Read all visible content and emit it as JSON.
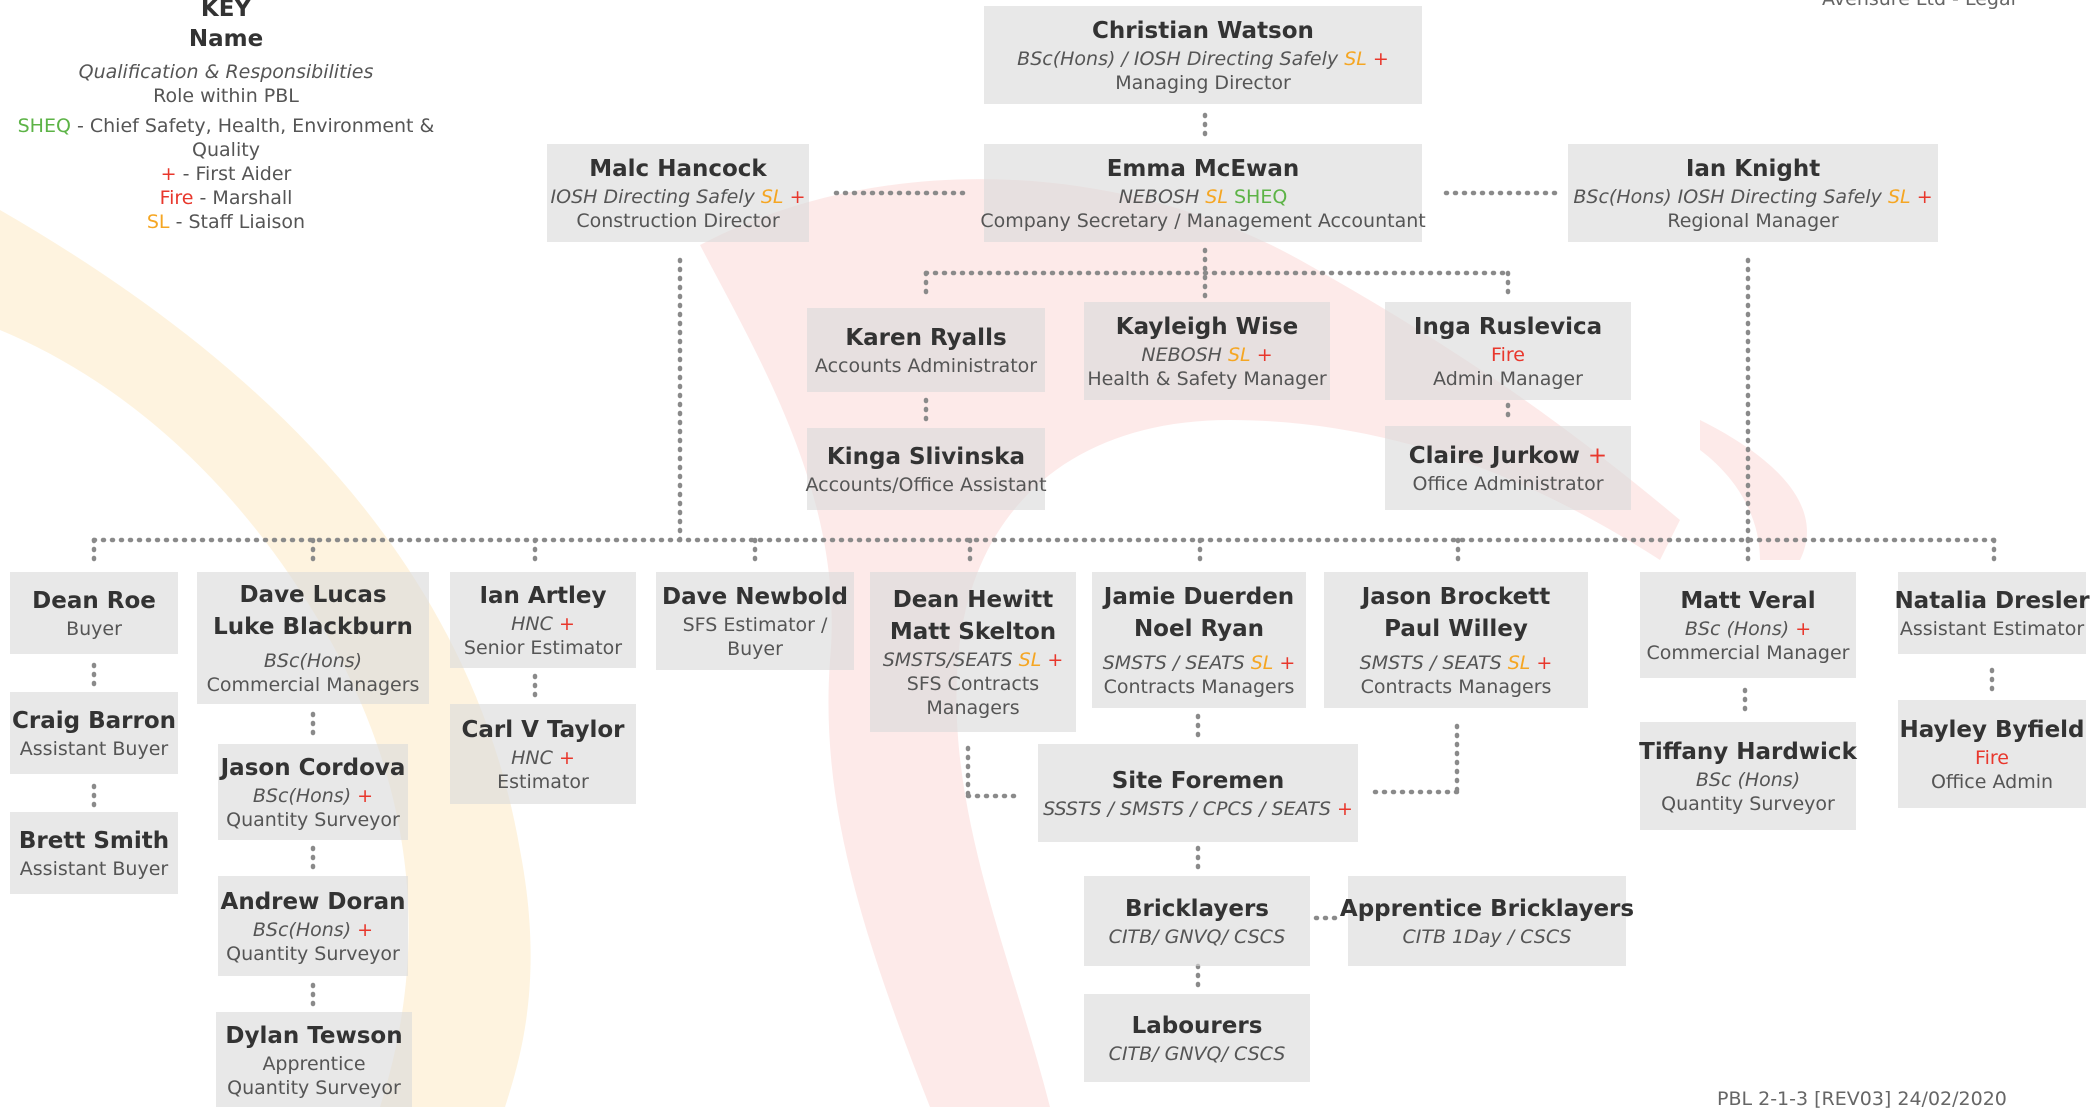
{
  "key": {
    "title": "KEY",
    "name": "Name",
    "qualification": "Qualification & Responsibilities",
    "role": "Role within PBL",
    "sheq_code": "SHEQ",
    "sheq_desc": " - Chief Safety, Health, Environment & Quality",
    "fa_code": "+",
    "fa_desc": " - First Aider",
    "fire_code": "Fire",
    "fire_desc": " - Marshall",
    "sl_code": "SL",
    "sl_desc": " - Staff Liaison"
  },
  "header_right": "Avensure Ltd - Legal",
  "footer_ref": "PBL 2-1-3 [REV03] 24/02/2020",
  "marks": {
    "sl": "SL",
    "fa": "+",
    "fire": "Fire",
    "sheq": "SHEQ"
  },
  "colors": {
    "sl": "#f5a623",
    "first_aider": "#e8372c",
    "fire": "#e8372c",
    "sheq": "#5cb346",
    "box": "#dadada",
    "logo_red": "#e8372c",
    "logo_yellow": "#f5a623"
  },
  "people": {
    "watson": {
      "name": "Christian Watson",
      "qual": "BSc(Hons) / IOSH Directing Safely",
      "role": "Managing Director"
    },
    "mcewan": {
      "name": "Emma McEwan",
      "qual": "NEBOSH",
      "role": "Company Secretary / Management Accountant"
    },
    "hancock": {
      "name": "Malc Hancock",
      "qual": "IOSH Directing Safely",
      "role": "Construction Director"
    },
    "knight": {
      "name": "Ian Knight",
      "qual": "BSc(Hons) IOSH Directing Safely",
      "role": "Regional Manager"
    },
    "ryalls": {
      "name": "Karen Ryalls",
      "role": "Accounts Administrator"
    },
    "slivinska": {
      "name": "Kinga Slivinska",
      "role": "Accounts/Office Assistant"
    },
    "wise": {
      "name": "Kayleigh Wise",
      "qual": "NEBOSH",
      "role": "Health & Safety Manager"
    },
    "ruslevica": {
      "name": "Inga Ruslevica",
      "role": "Admin Manager"
    },
    "jurkow": {
      "name": "Claire Jurkow",
      "role": "Office Administrator"
    },
    "roe": {
      "name": "Dean Roe",
      "role": "Buyer"
    },
    "barron": {
      "name": "Craig Barron",
      "role": "Assistant Buyer"
    },
    "smith": {
      "name": "Brett Smith",
      "role": "Assistant Buyer"
    },
    "lucas": {
      "name1": "Dave Lucas",
      "name2": "Luke Blackburn",
      "qual": "BSc(Hons)",
      "role": "Commercial Managers"
    },
    "cordova": {
      "name": "Jason Cordova",
      "qual": "BSc(Hons)",
      "role": "Quantity Surveyor"
    },
    "doran": {
      "name": "Andrew Doran",
      "qual": "BSc(Hons)",
      "role": "Quantity Surveyor"
    },
    "tewson": {
      "name": "Dylan Tewson",
      "role1": "Apprentice",
      "role2": "Quantity Surveyor"
    },
    "artley": {
      "name": "Ian Artley",
      "qual": "HNC",
      "role": "Senior Estimator"
    },
    "taylor": {
      "name": "Carl V Taylor",
      "qual": "HNC",
      "role": "Estimator"
    },
    "newbold": {
      "name": "Dave Newbold",
      "role1": "SFS Estimator /",
      "role2": "Buyer"
    },
    "hewitt": {
      "name1": "Dean Hewitt",
      "name2": "Matt Skelton",
      "qual": "SMSTS/SEATS",
      "role1": "SFS Contracts",
      "role2": "Managers"
    },
    "duerden": {
      "name1": "Jamie Duerden",
      "name2": "Noel Ryan",
      "qual": "SMSTS / SEATS",
      "role": "Contracts Managers"
    },
    "brockett": {
      "name1": "Jason Brockett",
      "name2": "Paul Willey",
      "qual": "SMSTS / SEATS",
      "role": "Contracts Managers"
    },
    "veral": {
      "name": "Matt Veral",
      "qual": "BSc (Hons)",
      "role": "Commercial Manager"
    },
    "hardwick": {
      "name": "Tiffany Hardwick",
      "qual": "BSc (Hons)",
      "role": "Quantity Surveyor"
    },
    "dresler": {
      "name": "Natalia Dresler",
      "role": "Assistant Estimator"
    },
    "byfield": {
      "name": "Hayley Byfield",
      "role": "Office Admin"
    },
    "foremen": {
      "name": "Site Foremen",
      "qual": "SSSTS / SMSTS / CPCS / SEATS"
    },
    "bricklayers": {
      "name": "Bricklayers",
      "qual": "CITB/ GNVQ/ CSCS"
    },
    "apprentices": {
      "name": "Apprentice Bricklayers",
      "qual": "CITB 1Day / CSCS"
    },
    "labourers": {
      "name": "Labourers",
      "qual": "CITB/ GNVQ/ CSCS"
    }
  }
}
